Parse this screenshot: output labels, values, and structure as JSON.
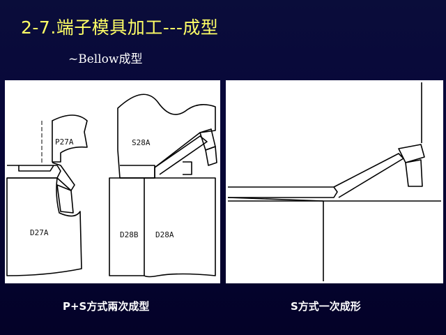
{
  "slide": {
    "title": "2-7.端子模具加工---成型",
    "subtitle": "~Bellow成型"
  },
  "left_diagram": {
    "labels": {
      "punch_p": "P27A",
      "punch_s": "S28A",
      "die_d27": "D27A",
      "die_d28b": "D28B",
      "die_d28a": "D28A"
    },
    "caption": "P+S方式兩次成型"
  },
  "right_diagram": {
    "caption": "S方式一次成形"
  }
}
